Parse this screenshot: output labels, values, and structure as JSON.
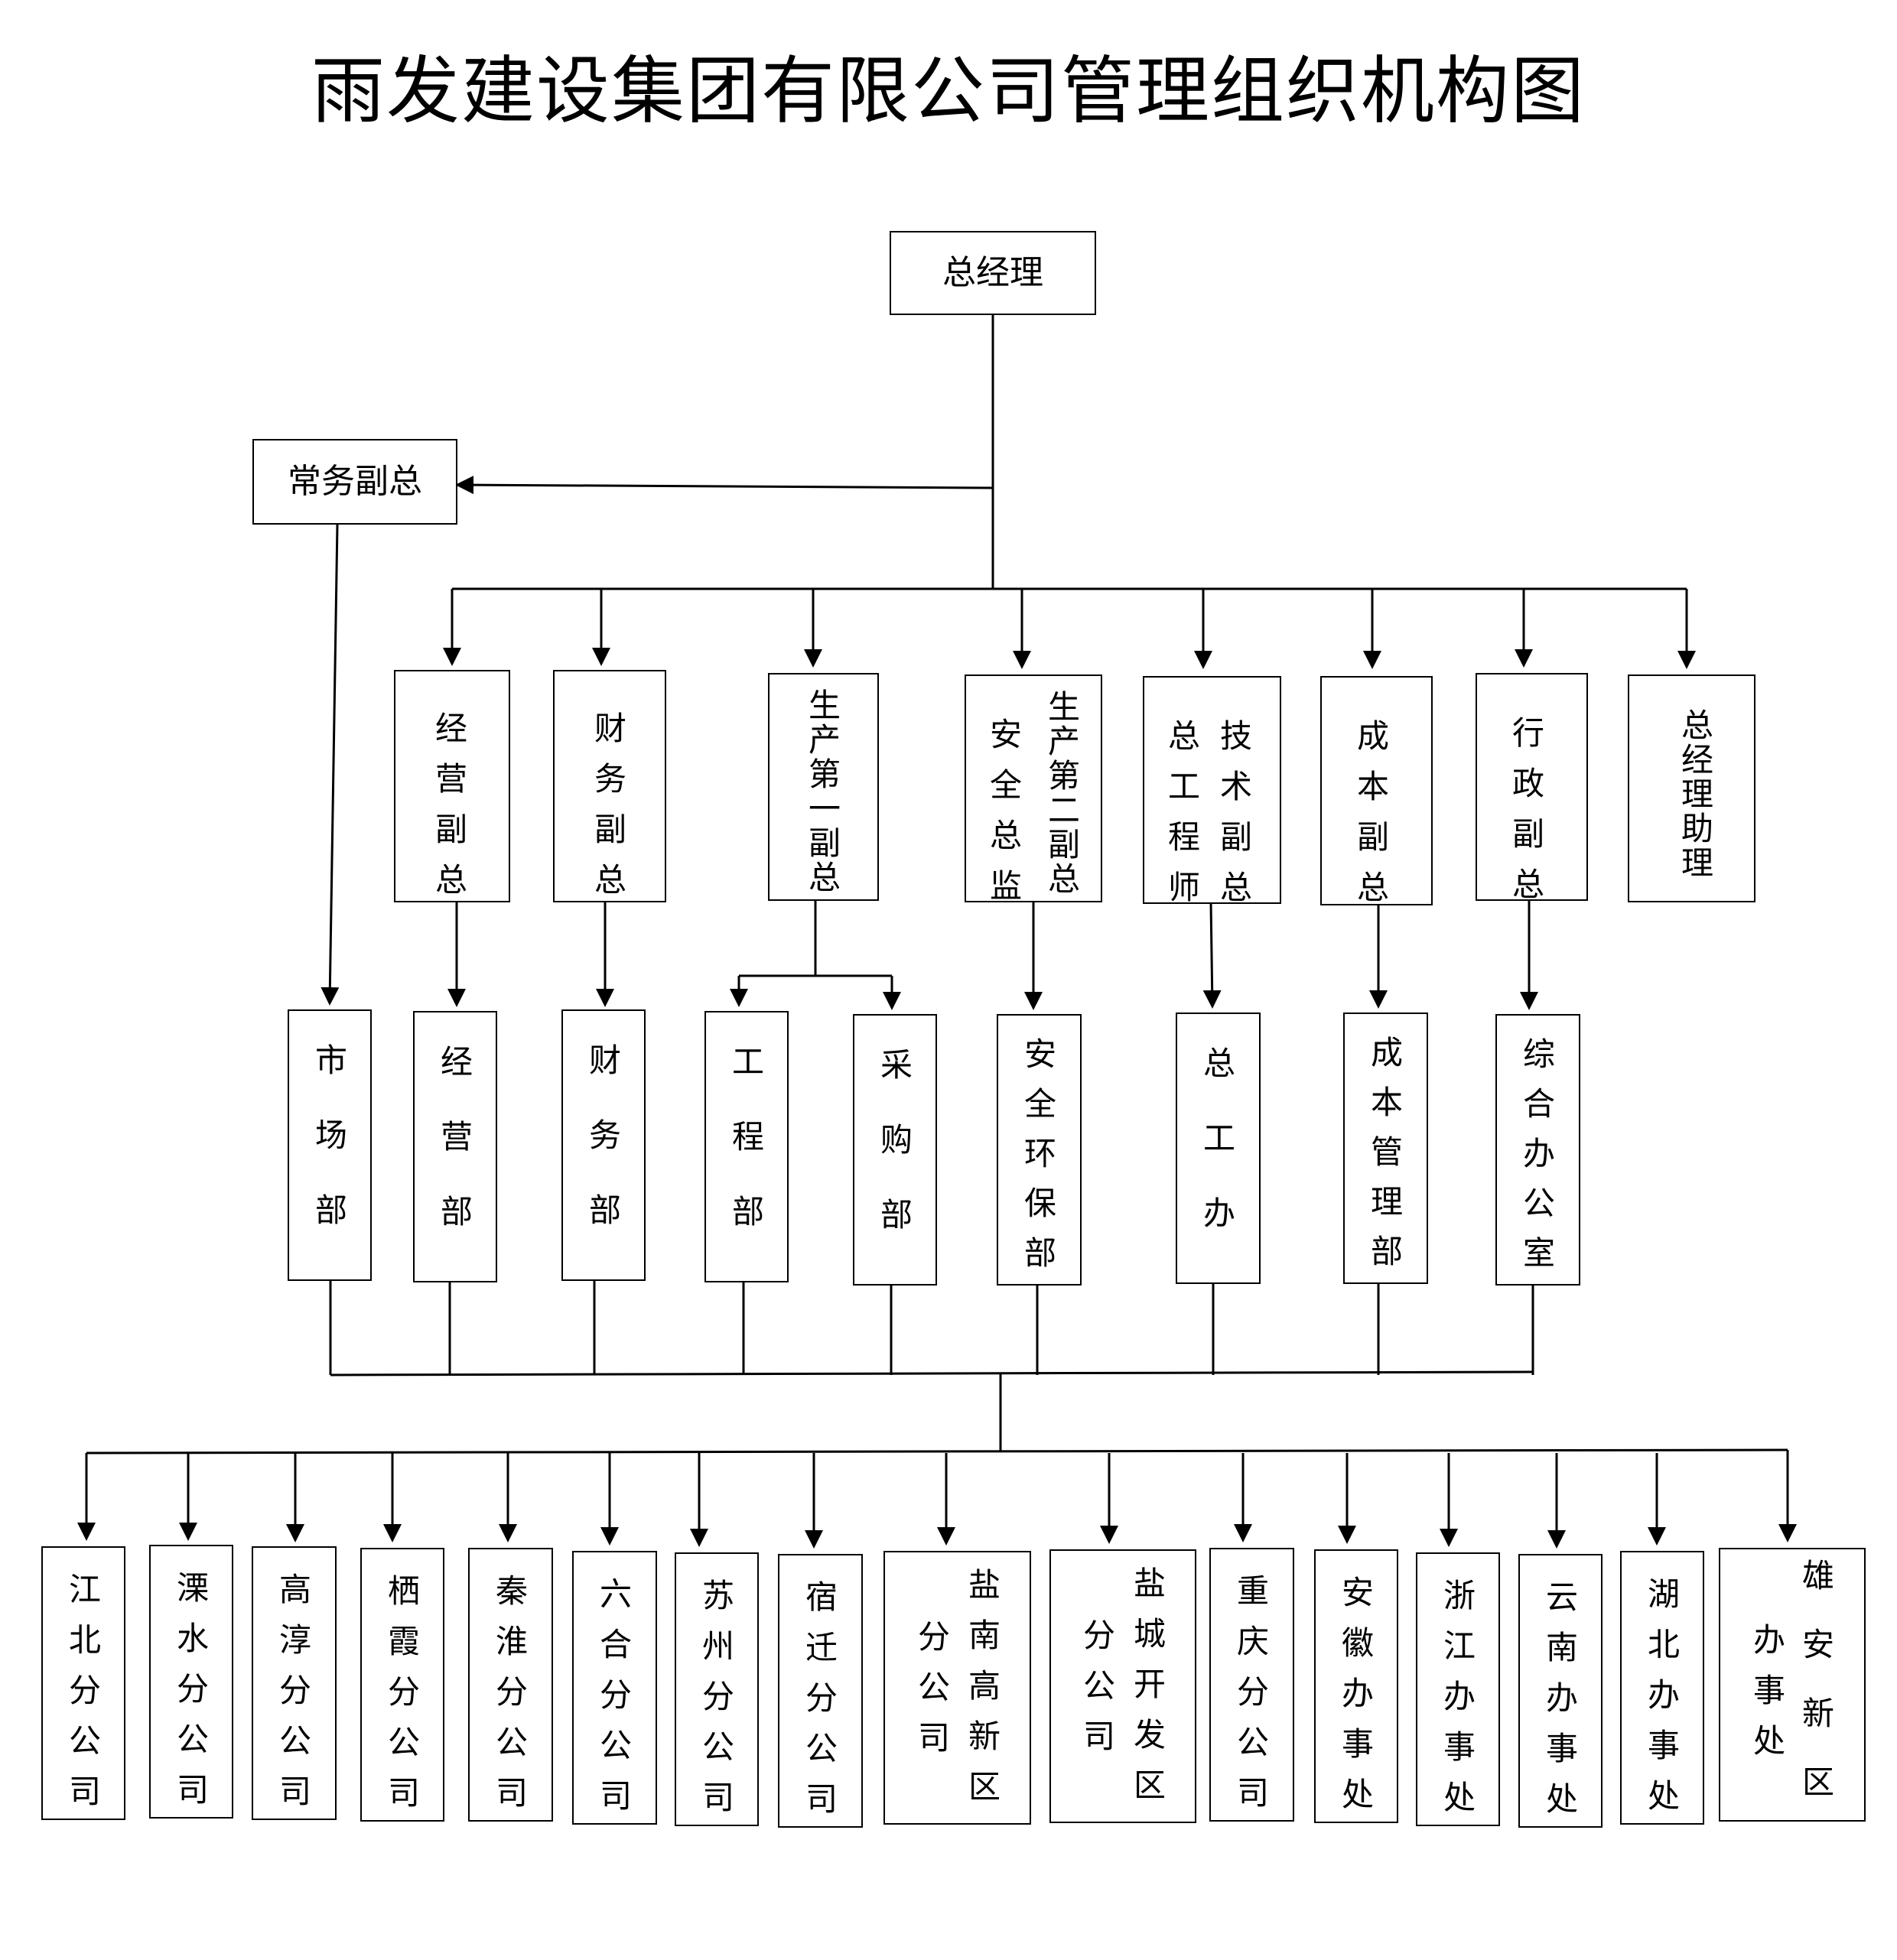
{
  "title": "雨发建设集团有限公司管理组织机构图",
  "top": {
    "general_manager": "总经理",
    "executive_vp": "常务副总"
  },
  "vps": {
    "business": "经营副总",
    "finance": "财务副总",
    "production_1": "生产第一副总",
    "production_2": "生产第二副总",
    "safety_director": "安全总监",
    "tech_vp": "技术副总",
    "chief_engineer": "总工程师",
    "cost": "成本副总",
    "admin": "行政副总",
    "gm_assistant": "总经理助理"
  },
  "departments": {
    "market": "市场部",
    "business": "经营部",
    "finance": "财务部",
    "engineering": "工程部",
    "procurement": "采购部",
    "safety_env": "安全环保部",
    "chief_eng_office": "总工办",
    "cost_mgmt": "成本管理部",
    "general_office": "综合办公室"
  },
  "branches": {
    "jiangbei": "江北分公司",
    "lishui": "溧水分公司",
    "gaochun": "高淳分公司",
    "qixia": "栖霞分公司",
    "qinhuai": "秦淮分公司",
    "liuhe": "六合分公司",
    "suzhou": "苏州分公司",
    "suqian": "宿迁分公司",
    "yannan_1": "盐南高新区",
    "yannan_2": "分公司",
    "yancheng_1": "盐城开发区",
    "yancheng_2": "分公司",
    "chongqing": "重庆分公司",
    "anhui": "安徽办事处",
    "zhejiang": "浙江办事处",
    "yunnan": "云南办事处",
    "hubei": "湖北办事处",
    "xiongan_1": "雄安新区",
    "xiongan_2": "办事处"
  }
}
